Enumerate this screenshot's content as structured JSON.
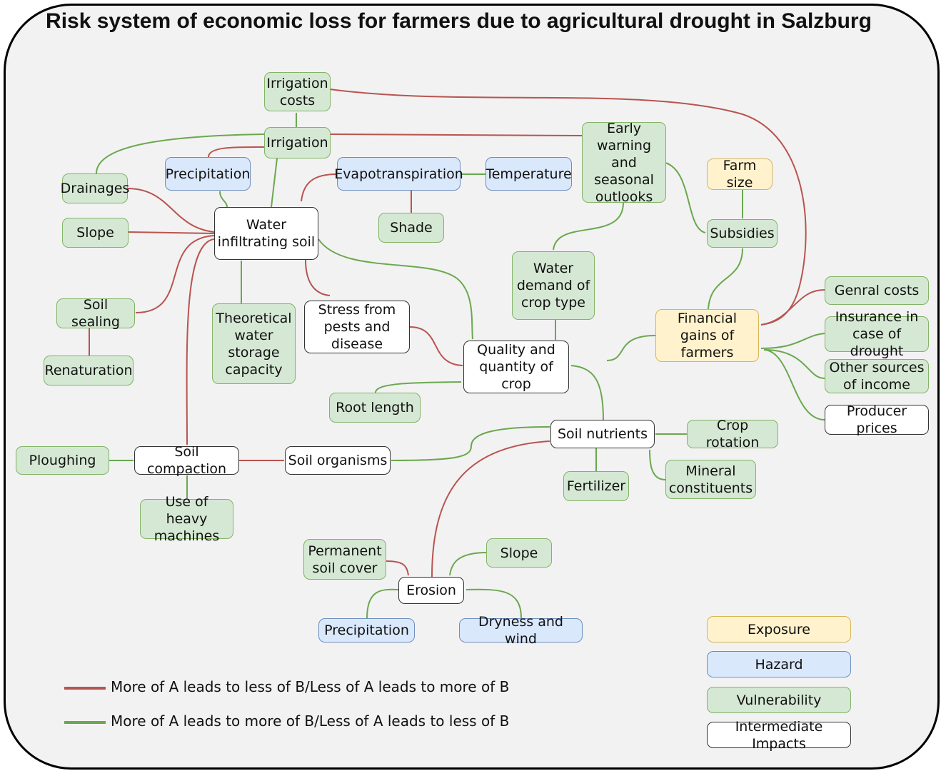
{
  "title": "Risk system of economic loss for farmers due to agricultural drought in Salzburg",
  "nodes": {
    "irrigation_costs": "Irrigation costs",
    "irrigation": "Irrigation",
    "precipitation_top": "Precipitation",
    "evapotranspiration": "Evapotranspiration",
    "temperature": "Temperature",
    "early_warning": "Early warning and seasonal outlooks",
    "farm_size": "Farm size",
    "drainages": "Drainages",
    "water_infiltrating": "Water infiltrating soil",
    "shade": "Shade",
    "subsidies": "Subsidies",
    "slope_top": "Slope",
    "water_demand": "Water demand of crop type",
    "genral_costs": "Genral costs",
    "stress": "Stress from pests and disease",
    "soil_sealing": "Soil sealing",
    "theoretical_water": "Theoretical water storage capacity",
    "financial_gains": "Financial gains of farmers",
    "insurance": "Insurance in case of drought",
    "quality_quantity": "Quality and quantity of crop",
    "renaturation": "Renaturation",
    "other_income": "Other sources of income",
    "root_length": "Root length",
    "producer_prices": "Producer prices",
    "soil_nutrients": "Soil nutrients",
    "crop_rotation": "Crop rotation",
    "ploughing": "Ploughing",
    "soil_compaction": "Soil compaction",
    "soil_organisms": "Soil organisms",
    "mineral": "Mineral constituents",
    "fertilizer": "Fertilizer",
    "heavy_machines": "Use of heavy machines",
    "permanent_cover": "Permanent soil cover",
    "slope_bottom": "Slope",
    "erosion": "Erosion",
    "precipitation_bottom": "Precipitation",
    "dryness_wind": "Dryness and wind"
  },
  "legend": {
    "exposure": "Exposure",
    "hazard": "Hazard",
    "vulnerability": "Vulnerability",
    "intermediate": "Intermediate Impacts",
    "red_arrow": "More of A leads to less of B/Less of A leads to more of B",
    "green_arrow": "More of A leads to more of B/Less of A leads to less of B"
  },
  "colors": {
    "negative_arrow": "#b85450",
    "positive_arrow": "#6aa84f",
    "exposure": "#fff2cc",
    "hazard": "#dae8fc",
    "vulnerability": "#d5e8d4",
    "intermediate": "#ffffff"
  }
}
